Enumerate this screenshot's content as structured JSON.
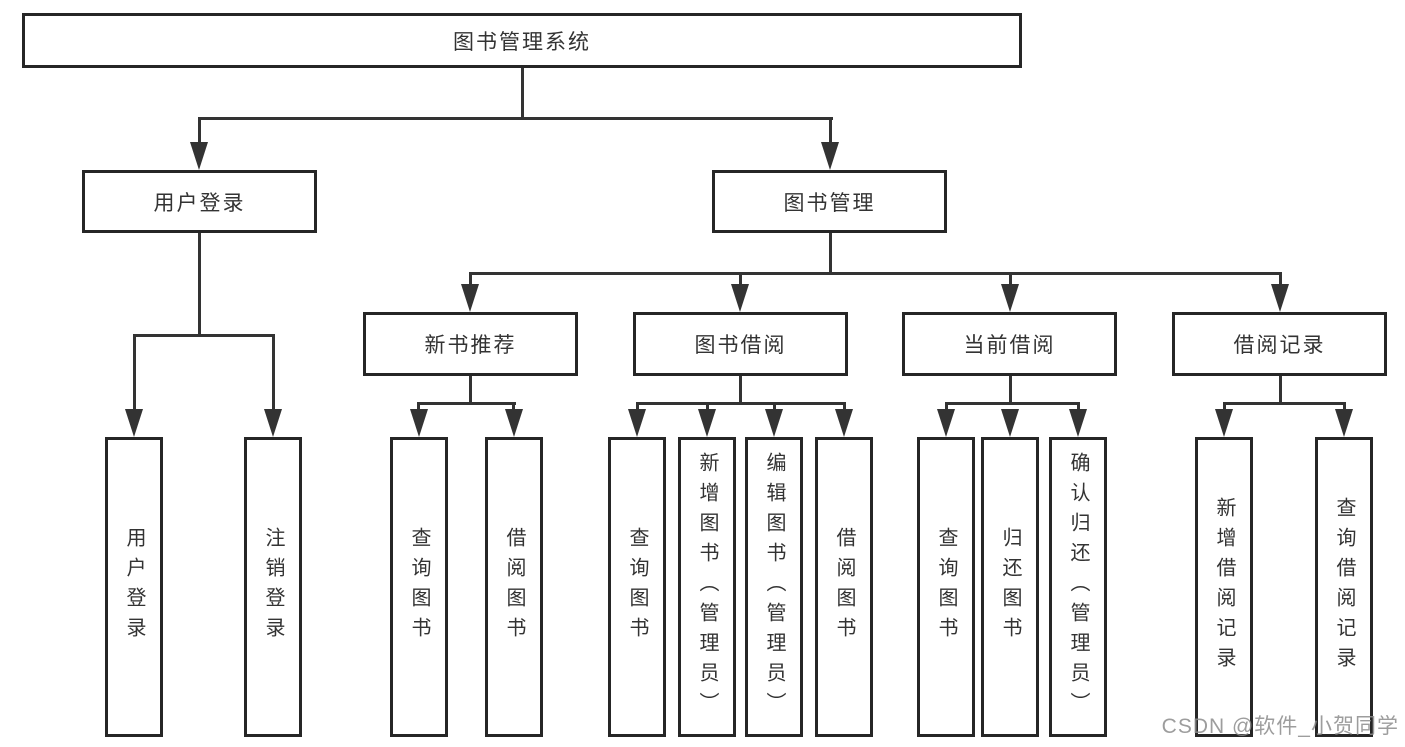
{
  "tree": {
    "root": {
      "label": "图书管理系统",
      "children": [
        {
          "label": "用户登录",
          "children": [
            {
              "label": "用户登录"
            },
            {
              "label": "注销登录"
            }
          ]
        },
        {
          "label": "图书管理",
          "children": [
            {
              "label": "新书推荐",
              "children": [
                {
                  "label": "查询图书"
                },
                {
                  "label": "借阅图书"
                }
              ]
            },
            {
              "label": "图书借阅",
              "children": [
                {
                  "label": "查询图书"
                },
                {
                  "label": "新增图书（管理员）"
                },
                {
                  "label": "编辑图书（管理员）"
                },
                {
                  "label": "借阅图书"
                }
              ]
            },
            {
              "label": "当前借阅",
              "children": [
                {
                  "label": "查询图书"
                },
                {
                  "label": "归还图书"
                },
                {
                  "label": "确认归还（管理员）"
                }
              ]
            },
            {
              "label": "借阅记录",
              "children": [
                {
                  "label": "新增借阅记录"
                },
                {
                  "label": "查询借阅记录"
                }
              ]
            }
          ]
        }
      ]
    }
  },
  "watermark": {
    "text": "CSDN @软件_小贺同学"
  },
  "colors": {
    "line": "#333333",
    "border": "#262626",
    "text": "#333333",
    "background": "#ffffff",
    "watermark": "#8c8c8c"
  }
}
